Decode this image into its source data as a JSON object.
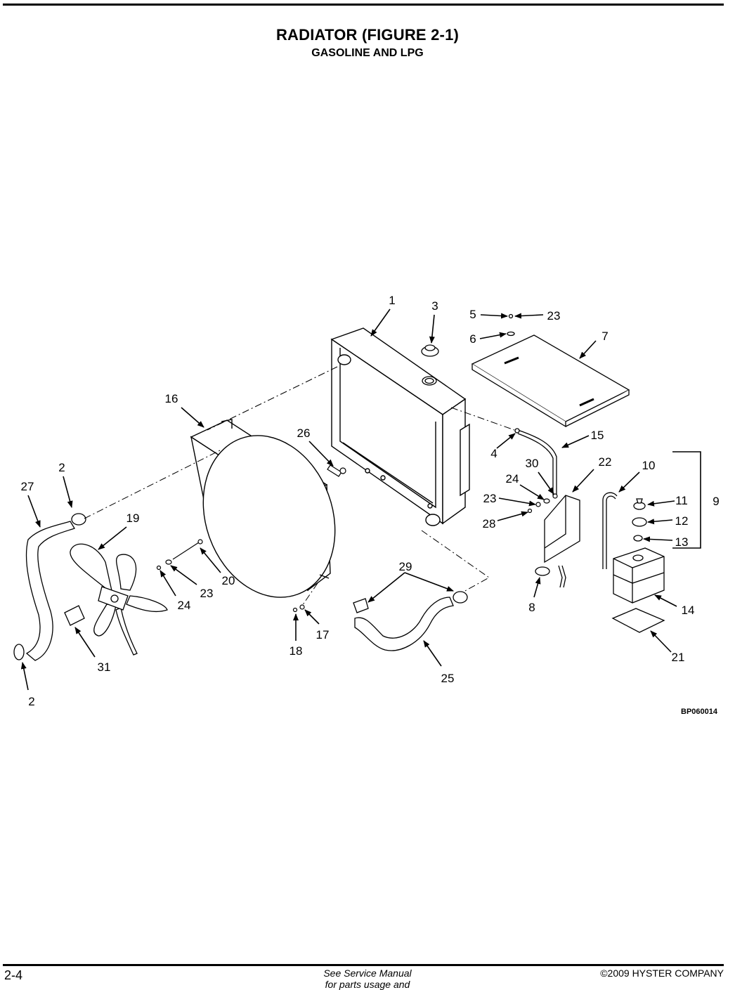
{
  "header": {
    "title": "RADIATOR (FIGURE 2-1)",
    "subtitle": "GASOLINE AND LPG"
  },
  "figure": {
    "drawing_code": "BP060014",
    "callouts": {
      "c1": "1",
      "c2a": "2",
      "c2b": "2",
      "c3": "3",
      "c4": "4",
      "c5": "5",
      "c6": "6",
      "c7": "7",
      "c8": "8",
      "c9": "9",
      "c10": "10",
      "c11": "11",
      "c12": "12",
      "c13": "13",
      "c14": "14",
      "c15": "15",
      "c16": "16",
      "c17": "17",
      "c18": "18",
      "c19": "19",
      "c20": "20",
      "c21": "21",
      "c22": "22",
      "c23a": "23",
      "c23b": "23",
      "c23c": "23",
      "c24a": "24",
      "c24b": "24",
      "c25": "25",
      "c26": "26",
      "c27": "27",
      "c28": "28",
      "c29": "29",
      "c30": "30",
      "c31": "31"
    }
  },
  "footer": {
    "page_number": "2-4",
    "note_line1": "See Service Manual",
    "note_line2": "for parts usage and",
    "copyright": "©2009 HYSTER COMPANY"
  }
}
